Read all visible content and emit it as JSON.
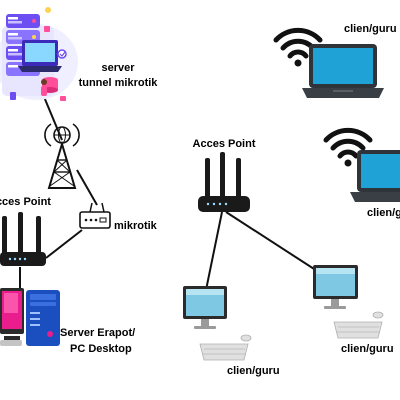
{
  "labels": {
    "server": "server",
    "tunnel": "tunnel mikrotik",
    "mikrotik": "mikrotik",
    "ap_left": "Acces Point",
    "ap_mid": "Acces Point",
    "server_erapot": "Server Erapot/",
    "pc_desktop": "PC Desktop",
    "client_laptop_top": "clien/guru",
    "client_laptop_mid": "clien/gu",
    "client_desktop_left": "clien/guru",
    "client_desktop_right": "clien/guru"
  },
  "colors": {
    "cable": "#111111",
    "router_body": "#1a1a1a",
    "laptop_screen": "#1fa3d6",
    "laptop_frame": "#2f343a",
    "desktop_screen": "#7ec8e3",
    "monitor_frame": "#2b2b2b",
    "tower_blue": "#1b4fbf",
    "tower_pink": "#e91e8c",
    "server_purple": "#6d4ef2",
    "server_pink": "#ff4f9a"
  },
  "icons": {
    "server_illustration": "server-stack-icon",
    "radio_tower": "radio-tower-icon",
    "switch_box": "mikrotik-router-icon",
    "access_point": "wifi-router-icon",
    "wifi_signal": "wifi-signal-icon",
    "laptop": "laptop-icon",
    "desktop": "desktop-computer-icon",
    "pc_tower": "pc-tower-icon"
  }
}
